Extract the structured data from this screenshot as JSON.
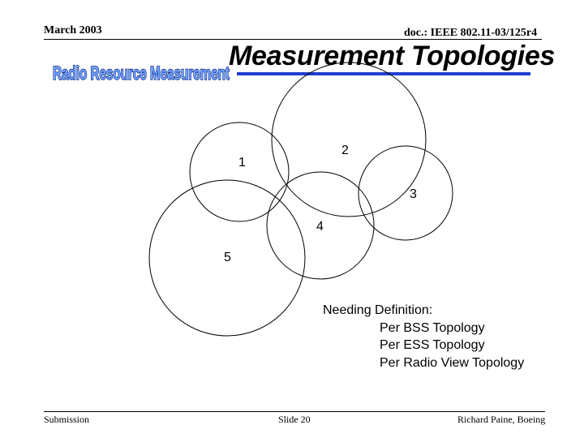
{
  "header": {
    "date": "March 2003",
    "doc_id": "doc.: IEEE 802.11-03/125r4"
  },
  "logo": {
    "text": "Radio Resource Measurement",
    "icon": "radio-resource-measurement-logo"
  },
  "title": "Measurement Topologies",
  "diagram": {
    "labels": [
      "1",
      "2",
      "3",
      "4",
      "5"
    ]
  },
  "needing": {
    "heading": "Needing Definition:",
    "items": [
      "Per BSS Topology",
      "Per ESS Topology",
      "Per Radio View Topology"
    ]
  },
  "footer": {
    "left": "Submission",
    "center": "Slide 20",
    "right": "Richard Paine, Boeing"
  },
  "colors": {
    "accent": "#1f3fd0",
    "logo_fill": "#6fa3ff"
  }
}
